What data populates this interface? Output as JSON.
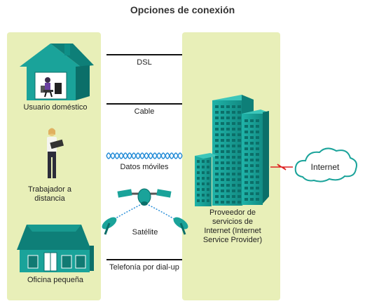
{
  "title": "Opciones de conexión",
  "endpoints": {
    "home_user": "Usuario doméstico",
    "teleworker": "Trabajador a distancia",
    "small_office": "Oficina pequeña"
  },
  "connections": {
    "dsl": "DSL",
    "cable": "Cable",
    "cellular": "Datos móviles",
    "satellite": "Satélite",
    "dialup": "Telefonía por dial-up"
  },
  "provider": "Proveedor de servicios de Internet (Internet Service Provider)",
  "cloud": "Internet",
  "colors": {
    "panel": "#e8efb8",
    "teal": "#1aa39a",
    "teal_dark": "#0b6f69",
    "line": "#111111"
  }
}
